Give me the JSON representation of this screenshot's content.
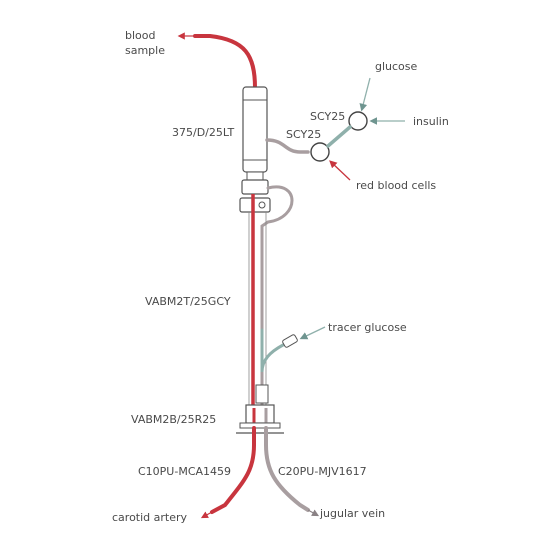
{
  "labels": {
    "blood_sample_line1": "blood",
    "blood_sample_line2": "sample",
    "glucose": "glucose",
    "scy25_top": "SCY25",
    "insulin": "insulin",
    "swivel": "375/D/25LT",
    "scy25_mid": "SCY25",
    "red_blood_cells": "red blood cells",
    "vab_tether": "VABM2T/25GCY",
    "tracer_glucose": "tracer glucose",
    "vab_button": "VABM2B/25R25",
    "carotid_catheter": "C10PU-MCA1459",
    "jugular_catheter": "C20PU-MJV1617",
    "carotid_artery": "carotid artery",
    "jugular_vein": "jugular vein"
  },
  "colors": {
    "blood_red": "#c8353e",
    "line_gray": "#a89ea0",
    "glucose_teal": "#8fb0ab",
    "outline": "#555555",
    "text": "#4a4a4a"
  }
}
